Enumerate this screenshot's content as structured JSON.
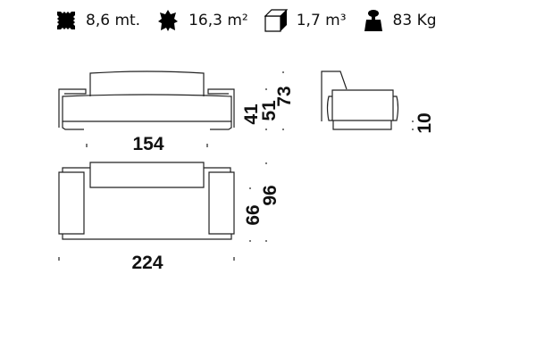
{
  "specs": [
    {
      "icon": "fabric-icon",
      "value": "8,6 mt."
    },
    {
      "icon": "leather-hide-icon",
      "value": "16,3 m²"
    },
    {
      "icon": "cube-volume-icon",
      "value": "1,7 m³"
    },
    {
      "icon": "weight-icon",
      "value": "83 Kg"
    }
  ],
  "front_view": {
    "width": "154",
    "seat_height": "41",
    "arm_height": "51",
    "total_height": "73"
  },
  "side_view": {
    "foot_height": "10"
  },
  "top_view": {
    "width": "224",
    "seat_depth": "66",
    "total_depth": "96"
  }
}
